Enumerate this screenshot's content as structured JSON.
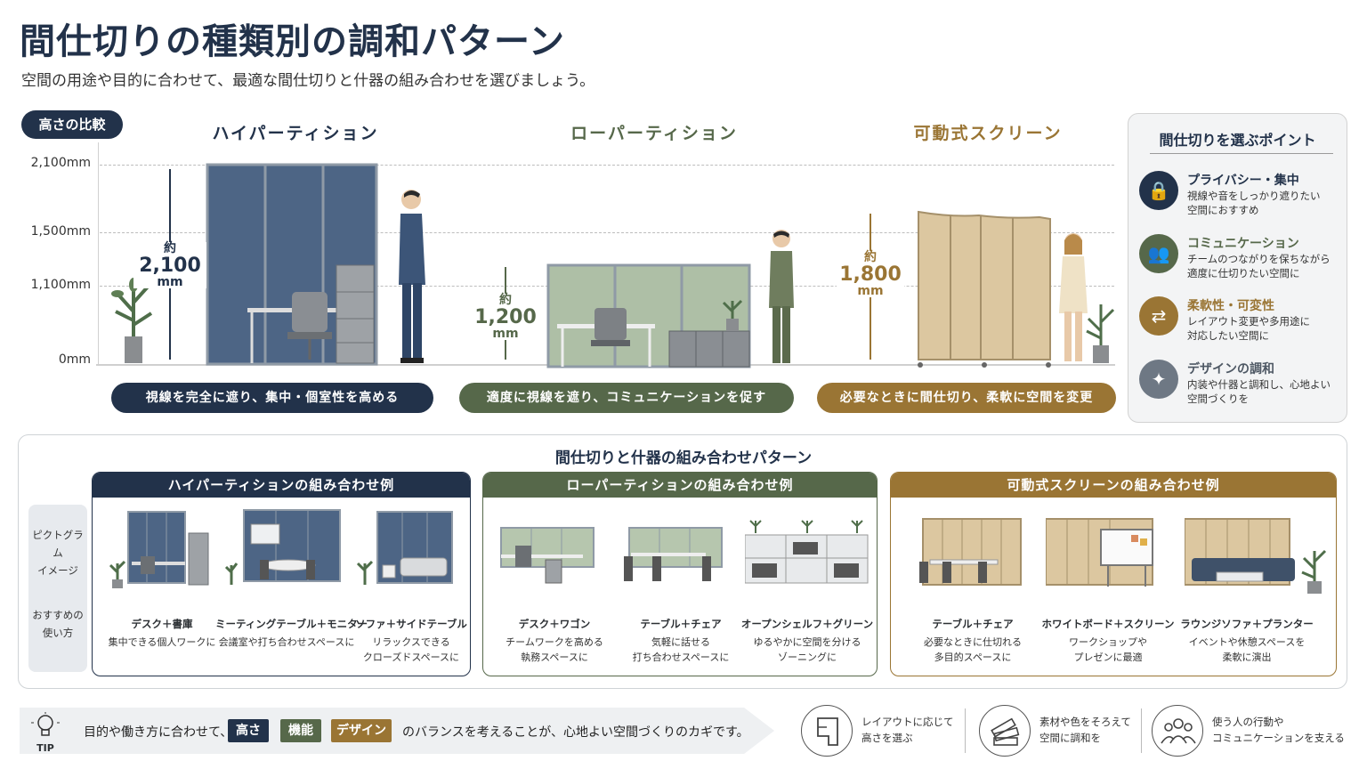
{
  "header": {
    "title": "間仕切りの種類別の調和パターン",
    "subtitle": "空間の用途や目的に合わせて、最適な間仕切りと什器の組み合わせを選びましょう。"
  },
  "height_compare": {
    "badge": "高さの比較",
    "scale": [
      "2,100mm",
      "1,500mm",
      "1,100mm",
      "0mm"
    ]
  },
  "partitions": [
    {
      "name": "ハイパーティション",
      "approx": "約",
      "value": "2,100",
      "unit": "mm",
      "caption": "視線を完全に遮り、集中・個室性を高める",
      "color": "#22324a"
    },
    {
      "name": "ローパーティション",
      "approx": "約",
      "value": "1,200",
      "unit": "mm",
      "caption": "適度に視線を遮り、コミュニケーションを促す",
      "color": "#56684a"
    },
    {
      "name": "可動式スクリーン",
      "approx": "約",
      "value": "1,800",
      "unit": "mm",
      "caption": "必要なときに間仕切り、柔軟に空間を変更",
      "color": "#9a7534"
    }
  ],
  "side_panel": {
    "title": "間仕切りを選ぶポイント",
    "points": [
      {
        "icon": "lock-icon",
        "glyph": "🔒",
        "heading": "プライバシー・集中",
        "desc1": "視線や音をしっかり遮りたい",
        "desc2": "空間におすすめ",
        "color": "#22324a"
      },
      {
        "icon": "people-icon",
        "glyph": "👥",
        "heading": "コミュニケーション",
        "desc1": "チームのつながりを保ちながら",
        "desc2": "適度に仕切りたい空間に",
        "color": "#56684a"
      },
      {
        "icon": "swap-icon",
        "glyph": "⇄",
        "heading": "柔軟性・可変性",
        "desc1": "レイアウト変更や多用途に",
        "desc2": "対応したい空間に",
        "color": "#9a7534"
      },
      {
        "icon": "sparkle-icon",
        "glyph": "✦",
        "heading": "デザインの調和",
        "desc1": "内装や什器と調和し、心地よい",
        "desc2": "空間づくりを",
        "color": "#6e7884"
      }
    ]
  },
  "combos": {
    "title": "間仕切りと什器の組み合わせパターン",
    "row_labels": {
      "pictogram1": "ピクトグラム",
      "pictogram2": "イメージ",
      "usage1": "おすすめの",
      "usage2": "使い方"
    },
    "groups": [
      {
        "header": "ハイパーティションの組み合わせ例",
        "items": [
          {
            "name": "デスク＋書庫",
            "c1": "集中できる個人ワークに",
            "c2": ""
          },
          {
            "name": "ミーティングテーブル＋モニター",
            "c1": "会議室や打ち合わせスペースに",
            "c2": ""
          },
          {
            "name": "ソファ＋サイドテーブル",
            "c1": "リラックスできる",
            "c2": "クローズドスペースに"
          }
        ]
      },
      {
        "header": "ローパーティションの組み合わせ例",
        "items": [
          {
            "name": "デスク＋ワゴン",
            "c1": "チームワークを高める",
            "c2": "執務スペースに"
          },
          {
            "name": "テーブル＋チェア",
            "c1": "気軽に話せる",
            "c2": "打ち合わせスペースに"
          },
          {
            "name": "オープンシェルフ＋グリーン",
            "c1": "ゆるやかに空間を分ける",
            "c2": "ゾーニングに"
          }
        ]
      },
      {
        "header": "可動式スクリーンの組み合わせ例",
        "items": [
          {
            "name": "テーブル＋チェア",
            "c1": "必要なときに仕切れる",
            "c2": "多目的スペースに"
          },
          {
            "name": "ホワイトボード＋スクリーン",
            "c1": "ワークショップや",
            "c2": "プレゼンに最適"
          },
          {
            "name": "ラウンジソファ＋プランター",
            "c1": "イベントや休憩スペースを",
            "c2": "柔軟に演出"
          }
        ]
      }
    ]
  },
  "tip": {
    "label": "TIP",
    "pre": "目的や働き方に合わせて、",
    "tag1": "高さ",
    "tag2": "機能",
    "tag3": "デザイン",
    "post": "のバランスを考えることが、心地よい空間づくりのカギです。"
  },
  "footer": [
    {
      "icon": "floorplan-icon",
      "l1": "レイアウトに応じて",
      "l2": "高さを選ぶ"
    },
    {
      "icon": "swatch-icon",
      "l1": "素材や色をそろえて",
      "l2": "空間に調和を"
    },
    {
      "icon": "group-icon",
      "l1": "使う人の行動や",
      "l2": "コミュニケーションを支える"
    }
  ]
}
